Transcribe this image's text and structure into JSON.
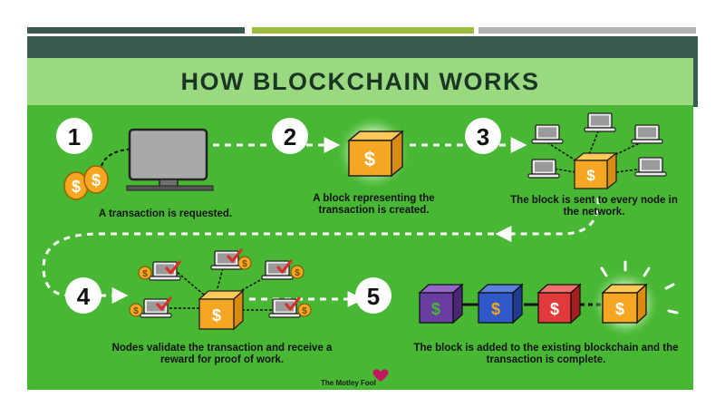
{
  "title": "HOW BLOCKCHAIN WORKS",
  "steps": [
    {
      "number": "1",
      "caption": "A transaction is requested."
    },
    {
      "number": "2",
      "caption": "A block representing the transaction is created."
    },
    {
      "number": "3",
      "caption": "The block is sent to every node in the network."
    },
    {
      "number": "4",
      "caption": "Nodes validate the transaction and receive a reward for proof of work."
    },
    {
      "number": "5",
      "caption": "The block is added to the existing blockchain and the transaction is complete."
    }
  ],
  "currency_symbol": "$",
  "logo": "The Motley Fool",
  "colors": {
    "green_bg": "#48b734",
    "title_bar": "#9bd980",
    "dark_band": "#3a5b4f",
    "block_orange": "#f5a623",
    "chain_purple": "#6a3ea1",
    "chain_blue": "#2f58c8",
    "chain_red": "#e23a3a",
    "check_red": "#d9302a"
  },
  "icons": [
    "coins-icon",
    "monitor-icon",
    "block-icon",
    "laptop-icon",
    "checkmark-icon",
    "burst-icon",
    "arrow-icon"
  ]
}
